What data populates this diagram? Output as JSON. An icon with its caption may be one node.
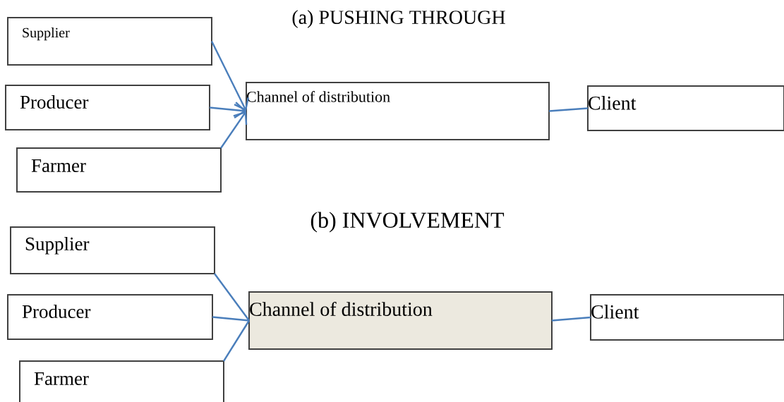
{
  "diagram": {
    "nodes": [
      {
        "text": [
          "Supplier"
        ]
      },
      {
        "text": [
          "Producer"
        ]
      },
      {
        "text": [
          "Farmer"
        ]
      },
      {
        "text": [
          "Channel of distribution"
        ]
      },
      {
        "text": [
          "Client"
        ]
      },
      {
        "text": [
          "Supplier"
        ]
      },
      {
        "text": [
          "Producer"
        ]
      },
      {
        "text": [
          "Farmer"
        ]
      },
      {
        "text": [
          "Channel of distribution"
        ]
      },
      {
        "text": [
          "Client"
        ]
      }
    ],
    "edges": [
      {
        "from": 0,
        "to": 3,
        "arrow": "to"
      },
      {
        "from": 1,
        "to": 3,
        "arrow": "to"
      },
      {
        "from": 2,
        "to": 3,
        "arrow": "to"
      },
      {
        "from": 3,
        "to": 4,
        "arrow": "none"
      },
      {
        "from": 5,
        "to": 8,
        "arrow": "none"
      },
      {
        "from": 6,
        "to": 8,
        "arrow": "none"
      },
      {
        "from": 7,
        "to": 8,
        "arrow": "none"
      },
      {
        "from": 8,
        "to": 9,
        "arrow": "none"
      }
    ],
    "labels": [
      "(a) PUSHING THROUGH",
      "(b) INVOLVEMENT"
    ]
  }
}
